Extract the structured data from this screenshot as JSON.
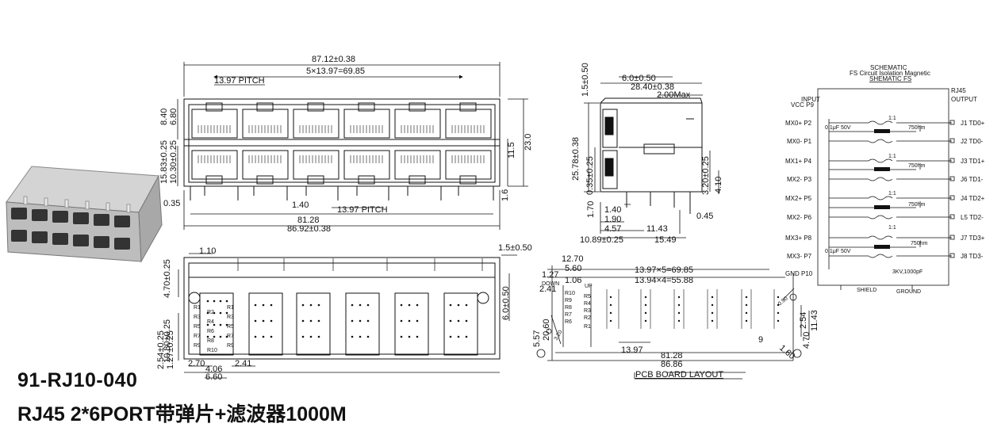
{
  "part_number": "91-RJ10-040",
  "description": "RJ45 2*6PORT带弹片+滤波器1000M",
  "front_view": {
    "overall_width": "87.12±0.38",
    "pitch_total": "5×13.97=69.85",
    "pitch_top": "13.97 PITCH",
    "pitch_bottom": "13.97 PITCH",
    "dim_8_40": "8.40",
    "dim_6_80": "6.80",
    "dim_15_83": "15.83±0.25",
    "dim_10_30": "10.30±0.25",
    "dim_23_0": "23.0",
    "dim_11_5": "11.5",
    "dim_1_6": "1.6",
    "dim_0_35": "0.35",
    "dim_1_40": "1.40",
    "dim_81_28": "81.28",
    "dim_86_92": "86.92±0.38"
  },
  "side_view": {
    "dim_1_5": "1.5±0.50",
    "dim_6_0": "6.0±0.50",
    "dim_28_40": "28.40±0.38",
    "dim_2_00max": "2.00Max",
    "dim_25_78": "25.78±0.38",
    "dim_0_35": "0.35±0.25",
    "dim_3_20": "3.20±0.25",
    "dim_4_10": "4.10",
    "dim_1_70": "1.70",
    "dim_1_40": "1.40",
    "dim_1_90": "1.90",
    "dim_4_57": "4.57",
    "dim_11_43": "11.43",
    "dim_0_45": "0.45",
    "dim_10_89": "10.89±0.25",
    "dim_15_49": "15.49"
  },
  "bottom_view": {
    "dim_1_10": "1.10",
    "dim_1_5": "1.5±0.50",
    "dim_4_70": "4.70±0.25",
    "dim_6_0": "6.0±0.50",
    "dim_10_80": "10.80±0.25",
    "dim_2_54": "2.54±0.25",
    "dim_1_27": "1.27±0.25",
    "dim_2_70": "2.70",
    "dim_4_06": "4.06",
    "dim_6_60": "6.60",
    "dim_2_41": "2.41",
    "pins_left": [
      "R1",
      "R3",
      "R5",
      "R7",
      "R9"
    ],
    "pins_right": [
      "R2",
      "R4",
      "R6",
      "R8",
      "R10"
    ],
    "pins_outer": [
      "R1",
      "R3",
      "R5",
      "R7",
      "R9"
    ]
  },
  "pcb_layout": {
    "title": "PCB BOARD LAYOUT",
    "dim_12_70": "12.70",
    "dim_5_60": "5.60",
    "dim_1_27": "1.27",
    "dim_1_06": "1.06",
    "dim_2_41": "2.41",
    "label_down": "DOWN",
    "label_up": "UP",
    "dim_13_97x5": "13.97×5=69.85",
    "dim_13_94x4": "13.94×4=55.88",
    "dim_20_60": "20.60",
    "dim_5_57": "5.57",
    "dim_3_20": "3.20",
    "dim_13_97": "13.97",
    "dim_81_28": "81.28",
    "dim_86_86": "86.86",
    "dim_0_90": "0.90",
    "dim_1_60": "1.60",
    "dim_2_54": "2.54",
    "dim_11_43": "11.43",
    "dim_4_70": "4.70",
    "dim_9": "9",
    "pin_labels": [
      "R10",
      "R9",
      "R8",
      "R7",
      "R6",
      "R5",
      "R4",
      "R3",
      "R2",
      "R1"
    ]
  },
  "schematic": {
    "title": "SCHEMATIC",
    "subtitle": "FS Circuit Isolation Magnetic",
    "subtitle2": "SHEMATIC FS",
    "input_label": "INPUT",
    "vcc": "VCC P9",
    "rj45_label": "RJ45",
    "output_label": "OUTPUT",
    "left_pins": [
      "MX0+ P2",
      "MX0- P1",
      "MX1+ P4",
      "MX2- P3",
      "MX2+ P5",
      "MX2- P6",
      "MX3+ P8",
      "MX3- P7"
    ],
    "right_pins": [
      "J1 TD0+",
      "J2 TD0-",
      "J3 TD1+",
      "J6 TD1-",
      "J4 TD2+",
      "L5 TD2-",
      "J7 TD3+",
      "J8 TD3-"
    ],
    "gnd": "GND P10",
    "cap_top": "0.1μF 50V",
    "cap_bottom": "0.1μF 50V",
    "ratio": "1:1",
    "resistor": "750hm",
    "cap_hv": "3KV,1000pF",
    "shield": "SHIELD",
    "ground": "GROUND"
  }
}
